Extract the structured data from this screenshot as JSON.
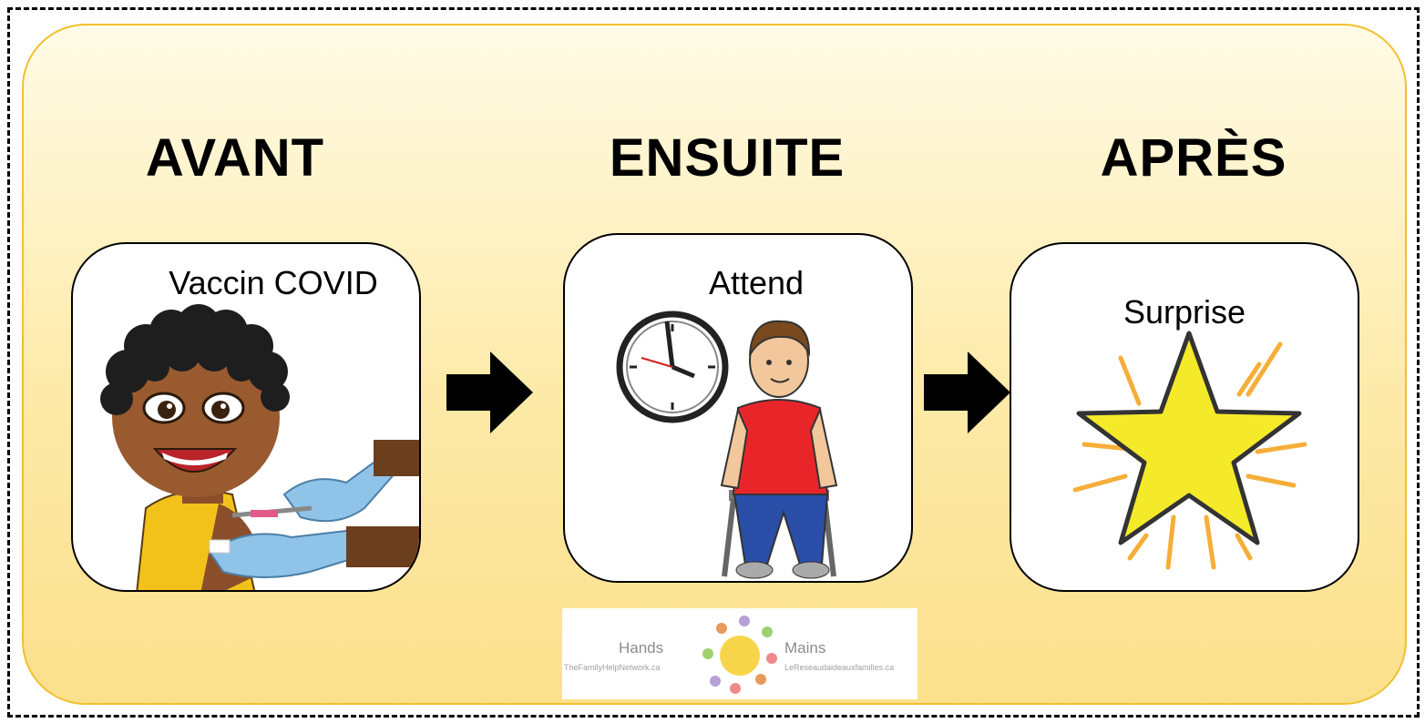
{
  "headings": {
    "before": "AVANT",
    "then": "ENSUITE",
    "after": "APRÈS"
  },
  "cards": {
    "before": {
      "label": "Vaccin COVID",
      "image": "child-vaccination-illustration"
    },
    "then": {
      "label": "Attend",
      "image": "clock-and-seated-boy-illustration"
    },
    "after": {
      "label": "Surprise",
      "image": "glowing-star-illustration"
    }
  },
  "logo": {
    "left_word": "Hands",
    "right_word": "Mains",
    "left_url": "TheFamilyHelpNetwork.ca",
    "right_url": "LeReseaudaideauxfamilles.ca"
  },
  "colors": {
    "panel_fill": "#fde9a6",
    "panel_border": "#f0c030",
    "star_fill": "#f5ea2a",
    "ray": "#f5a623",
    "glove": "#8fc3e8",
    "shirt_red": "#e8262a",
    "pants_blue": "#2a4fa8"
  }
}
